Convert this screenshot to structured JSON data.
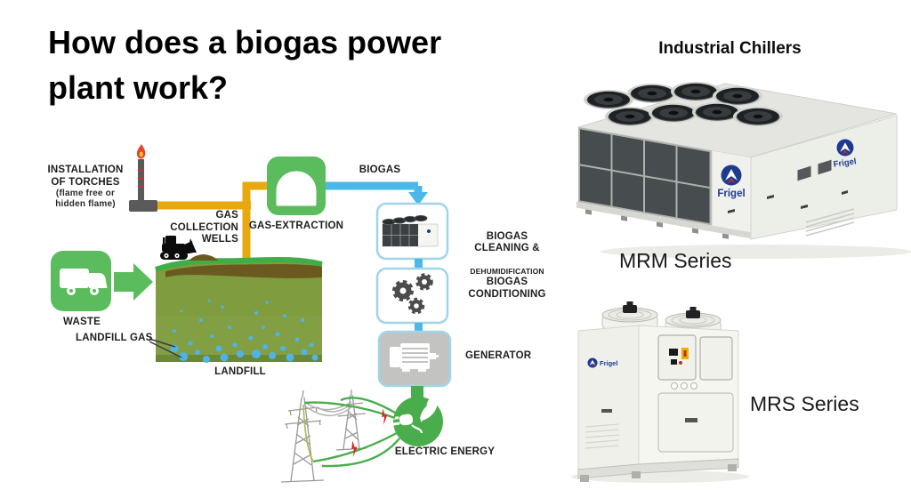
{
  "page": {
    "title": "How does a biogas power\nplant work?"
  },
  "diagram": {
    "labels": {
      "torches_title": "INSTALLATION\nOF TORCHES",
      "torches_note": "(flame free or\nhidden flame)",
      "gas_collection_wells": "GAS\nCOLLECTION\nWELLS",
      "gas_extraction": "GAS-EXTRACTION",
      "biogas": "BIOGAS",
      "waste": "WASTE",
      "landfill_gas": "LANDFILL GAS",
      "landfill": "LANDFILL",
      "biogas_cleaning_main": "BIOGAS\nCLEANING &",
      "biogas_cleaning_sub": "DEHUMIDIFICATION",
      "biogas_conditioning": "BIOGAS\nCONDITIONING",
      "generator": "GENERATOR",
      "electric_energy": "ELECTRIC ENERGY"
    },
    "colors": {
      "icon_green": "#5abc5c",
      "pipe_yellow": "#e7a90e",
      "biogas_blue": "#4ab8e8",
      "box_border_blue": "#a0d5e8",
      "generator_gray": "#c3c3c1",
      "landfill_olive": "#7f9c3e",
      "waste_brown": "#6b5a20",
      "gas_bubble_blue": "#4fb3e8",
      "tower_gray": "#9a9a9a",
      "lightning_red": "#d6281e",
      "energy_green": "#49ad4b"
    }
  },
  "products": {
    "heading": "Industrial Chillers",
    "brand": "Frigel",
    "brand_blue": "#1e3a8f",
    "brand_red": "#c0302a",
    "items": [
      {
        "label": "MRM Series"
      },
      {
        "label": "MRS Series"
      }
    ]
  }
}
